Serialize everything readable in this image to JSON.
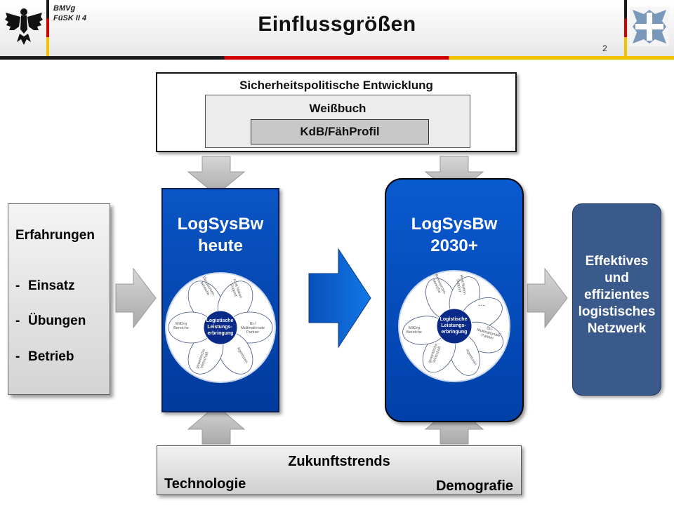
{
  "header": {
    "org_line1": "BMVg",
    "org_line2": "FüSK II 4",
    "title": "Einflussgrößen",
    "page_number": "2",
    "left_logo_icon": "federal-eagle-icon",
    "right_logo_icon": "iron-cross-icon"
  },
  "top_box": {
    "title": "Sicherheitspolitische Entwicklung",
    "inner_title": "Weißbuch",
    "innermost": "KdB/FähProfil"
  },
  "left_panel": {
    "title": "Erfahrungen",
    "items": [
      {
        "dash": "-",
        "label": "Einsatz"
      },
      {
        "dash": "-",
        "label": "Übungen"
      },
      {
        "dash": "-",
        "label": "Betrieb"
      }
    ]
  },
  "heute": {
    "title_line1": "LogSysBw",
    "title_line2": "heute",
    "center_line1": "Logistische",
    "center_line2": "Leistungs-",
    "center_line3": "erbringung",
    "petals": [
      {
        "line1": "Ressourcen-",
        "line2": "bereiche"
      },
      {
        "line1": "Host Nation",
        "line2": "Support"
      },
      {
        "line1": "Bi-/",
        "line2": "Multinationale",
        "line3": "Partner"
      },
      {
        "line1": "Agenturen",
        "line2": ""
      },
      {
        "line1": "gewerbliche",
        "line2": "Wirtschaft"
      },
      {
        "line1": "MilOrg",
        "line2": "Bereiche"
      }
    ]
  },
  "future": {
    "title_line1": "LogSysBw",
    "title_line2": "2030+",
    "center_line1": "Logistische",
    "center_line2": "Leistungs-",
    "center_line3": "erbringung",
    "extra_petal": "...",
    "petals": [
      {
        "line1": "Ressourcen-",
        "line2": "bereiche"
      },
      {
        "line1": "Host Nation",
        "line2": "Support"
      },
      {
        "line1": "Bi-/",
        "line2": "Multinationale",
        "line3": "Partner"
      },
      {
        "line1": "Agenturen",
        "line2": ""
      },
      {
        "line1": "gewerbliche",
        "line2": "Wirtschaft"
      },
      {
        "line1": "MilOrg",
        "line2": "Bereiche"
      }
    ]
  },
  "right_panel": {
    "line1": "Effektives",
    "line2": "und",
    "line3": "effizientes",
    "line4": "logistisches",
    "line5": "Netzwerk"
  },
  "bottom_box": {
    "title": "Zukunftstrends",
    "left_label": "Technologie",
    "right_label": "Demografie"
  },
  "colors": {
    "panel_blue": "#0a55c6",
    "network_blue": "#3a5a8c",
    "flower_center": "#0a2a8a",
    "arrow_grey": "#c0c0c0",
    "arrow_blue": "#0a6ad8"
  }
}
